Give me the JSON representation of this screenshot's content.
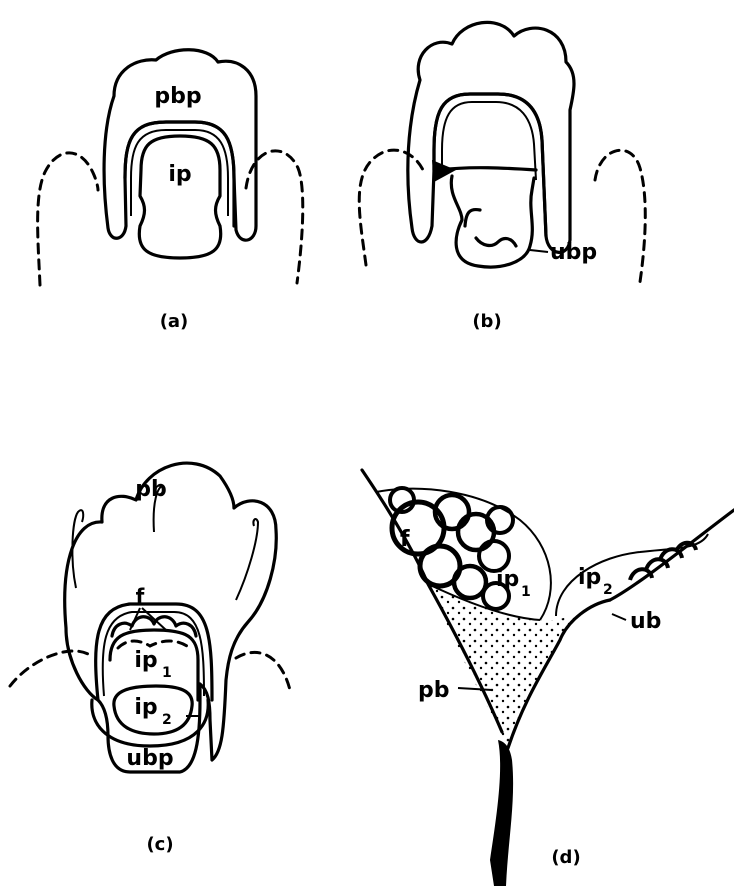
{
  "panels": {
    "a": {
      "caption": "(a)",
      "labels": {
        "pbp": "pbp",
        "ip": "ip"
      }
    },
    "b": {
      "caption": "(b)",
      "labels": {
        "ubp": "ubp"
      }
    },
    "c": {
      "caption": "(c)",
      "labels": {
        "pb": "pb",
        "f": "f",
        "ip1": "ip",
        "ip1_sub": "1",
        "ip2": "ip",
        "ip2_sub": "2",
        "ubp": "ubp"
      }
    },
    "d": {
      "caption": "(d)",
      "labels": {
        "f": "f",
        "ip1": "ip",
        "ip1_sub": "1",
        "ip2": "ip",
        "ip2_sub": "2",
        "ub": "ub",
        "pb": "pb"
      }
    }
  },
  "colors": {
    "ink": "#000000",
    "background": "#ffffff"
  }
}
